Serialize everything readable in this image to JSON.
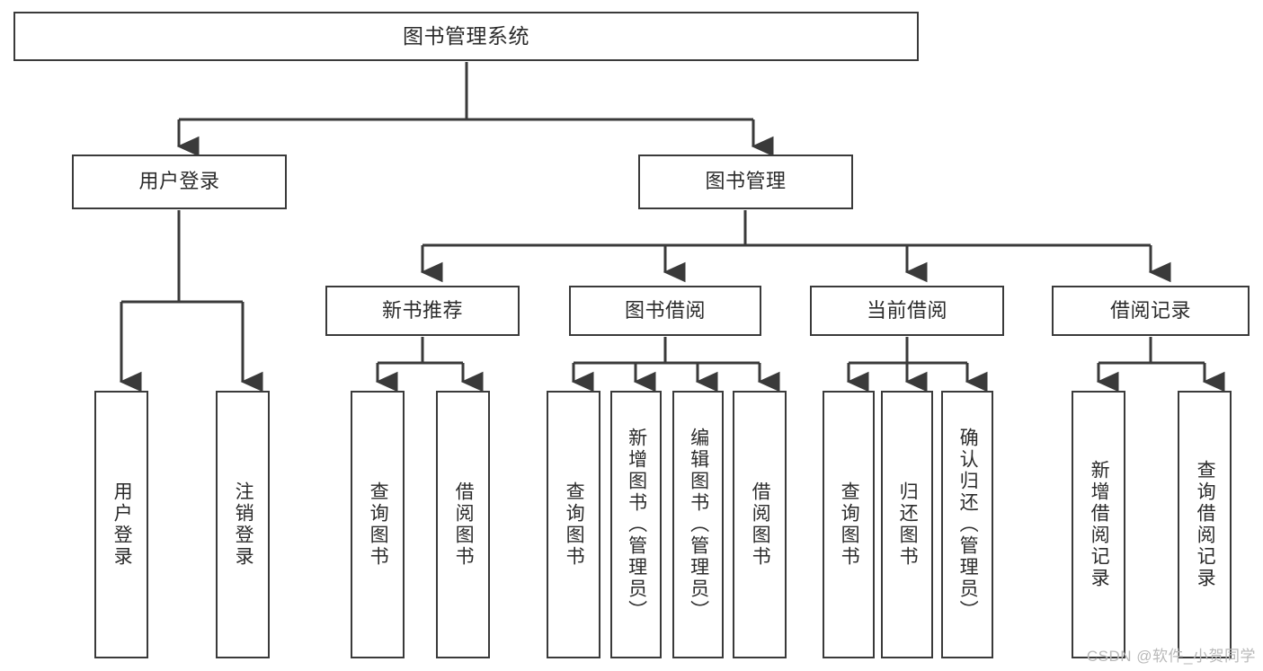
{
  "diagram": {
    "title": "图书管理系统",
    "type": "tree",
    "orientation": "top-down",
    "line_color": "#3a3a3a",
    "box_fill": "#ffffff",
    "text_color": "#2b2b2b",
    "root": {
      "label": "图书管理系统"
    },
    "level2": [
      {
        "label": "用户登录"
      },
      {
        "label": "图书管理"
      }
    ],
    "level3": [
      {
        "label": "新书推荐"
      },
      {
        "label": "图书借阅"
      },
      {
        "label": "当前借阅"
      },
      {
        "label": "借阅记录"
      }
    ],
    "leaves": {
      "user_login": [
        {
          "label": "用户登录"
        },
        {
          "label": "注销登录"
        }
      ],
      "new_book_recommend": [
        {
          "label": "查询图书"
        },
        {
          "label": "借阅图书"
        }
      ],
      "book_borrow": [
        {
          "label": "查询图书"
        },
        {
          "label": "新增图书（管理员）"
        },
        {
          "label": "编辑图书（管理员）"
        },
        {
          "label": "借阅图书"
        }
      ],
      "current_borrow": [
        {
          "label": "查询图书"
        },
        {
          "label": "归还图书"
        },
        {
          "label": "确认归还（管理员）"
        }
      ],
      "borrow_record": [
        {
          "label": "新增借阅记录"
        },
        {
          "label": "查询借阅记录"
        }
      ]
    }
  },
  "watermark": {
    "text": "CSDN @软件_小贺同学"
  }
}
